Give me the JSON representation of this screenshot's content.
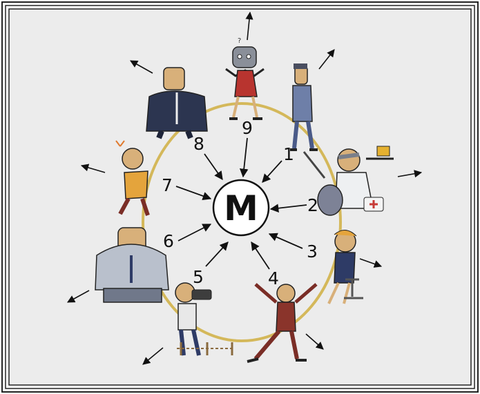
{
  "center": {
    "label": "M"
  },
  "roles": [
    {
      "number": "1"
    },
    {
      "number": "2"
    },
    {
      "number": "3"
    },
    {
      "number": "4"
    },
    {
      "number": "5"
    },
    {
      "number": "6"
    },
    {
      "number": "7"
    },
    {
      "number": "8"
    },
    {
      "number": "9"
    }
  ],
  "colors": {
    "background": "#ececec",
    "ring": "#d4b85a",
    "ink": "#111111"
  }
}
